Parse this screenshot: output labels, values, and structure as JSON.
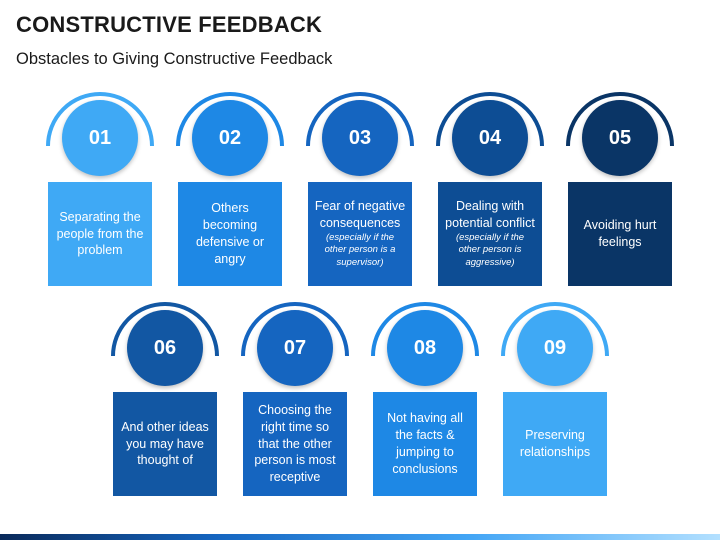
{
  "header": {
    "title": "CONSTRUCTIVE FEEDBACK",
    "subtitle": "Obstacles to Giving Constructive Feedback"
  },
  "items": [
    {
      "number": "01",
      "text": "Separating the people from the problem",
      "note": "",
      "color": "#3fa9f5"
    },
    {
      "number": "02",
      "text": "Others becoming defensive or angry",
      "note": "",
      "color": "#1e88e5"
    },
    {
      "number": "03",
      "text": "Fear of negative consequences",
      "note": "(especially if the other person is a supervisor)",
      "color": "#1565c0"
    },
    {
      "number": "04",
      "text": "Dealing with potential conflict",
      "note": "(especially if the other person is aggressive)",
      "color": "#0d4d94"
    },
    {
      "number": "05",
      "text": "Avoiding hurt feelings",
      "note": "",
      "color": "#0a3566"
    },
    {
      "number": "06",
      "text": "And other ideas you may have thought of",
      "note": "",
      "color": "#1257a3"
    },
    {
      "number": "07",
      "text": "Choosing the right time so that the other person is most receptive",
      "note": "",
      "color": "#1565c0"
    },
    {
      "number": "08",
      "text": "Not having all the facts & jumping to conclusions",
      "note": "",
      "color": "#1e88e5"
    },
    {
      "number": "09",
      "text": "Preserving relationships",
      "note": "",
      "color": "#3fa9f5"
    }
  ]
}
